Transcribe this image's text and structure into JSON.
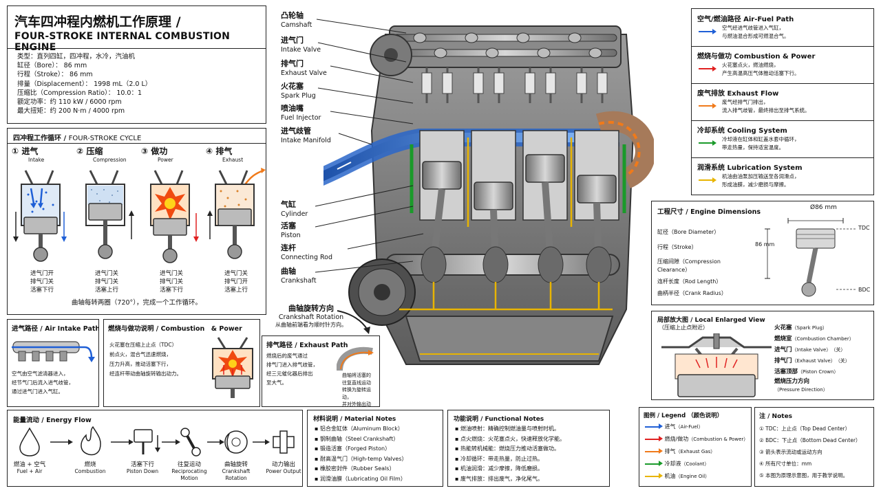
{
  "header": {
    "title_cn": "汽车四冲程内燃机工作原理 /",
    "title_en": "FOUR-STROKE INTERNAL COMBUSTION ENGINE"
  },
  "specs": [
    "类型：直列四缸，四冲程，水冷，汽油机",
    "缸径（Bore）： 86 mm",
    "行程（Stroke）： 86 mm",
    "排量（Displacement）： 1998 mL（2.0 L）",
    "压缩比（Compression Ratio）： 10.0：1",
    "额定功率：约 110 kW / 6000 rpm",
    "最大扭矩：约 200 N·m / 4000 rpm"
  ],
  "cycle": {
    "title_cn": "四冲程工作循环 / ",
    "title_en": "FOUR-STROKE CYCLE",
    "steps": [
      {
        "num": "①",
        "cn": "进气",
        "en": "Intake",
        "state": [
          "进气门开",
          "排气门关",
          "活塞下行"
        ]
      },
      {
        "num": "②",
        "cn": "压缩",
        "en": "Compression",
        "state": [
          "进气门关",
          "排气门关",
          "活塞上行"
        ]
      },
      {
        "num": "③",
        "cn": "做功",
        "en": "Power",
        "state": [
          "进气门关",
          "排气门关",
          "活塞下行"
        ]
      },
      {
        "num": "④",
        "cn": "排气",
        "en": "Exhaust",
        "state": [
          "进气门关",
          "排气门开",
          "活塞上行"
        ]
      }
    ],
    "footer": "曲轴每转两圈（720°），完成一个工作循环。"
  },
  "intake_path": {
    "title": "进气路径 / Air Intake Path",
    "text": [
      "空气由空气滤清器进入，",
      "经节气门后流入进气歧管，",
      "通过进气门进入气缸。"
    ]
  },
  "combustion": {
    "title": "燃烧与做功说明 / Combustion　& Power",
    "text": [
      "火花塞在压缩上止点（TDC）",
      "前点火，混合气迅速燃烧，",
      "压力升高，推动活塞下行，",
      "经连杆带动曲轴旋转输出动力。"
    ]
  },
  "exhaust_path": {
    "title": "排气路径 / Exhaust Path",
    "text": [
      "燃烧后的废气通过",
      "排气门进入排气歧管，",
      "经三元催化器后排出",
      "至大气。"
    ],
    "note": [
      "曲轴将活塞的",
      "往复直线运动",
      "转换为旋转运动，",
      "并对外输出动力。"
    ]
  },
  "crank_note": {
    "cn": "曲轴旋转方向",
    "en": "Crankshaft Rotation",
    "sub": "从曲轴前端看为顺时针方向。"
  },
  "callouts_top": [
    {
      "cn": "凸轮轴",
      "en": "Camshaft"
    },
    {
      "cn": "进气门",
      "en": "Intake Valve"
    },
    {
      "cn": "排气门",
      "en": "Exhaust Valve"
    },
    {
      "cn": "火花塞",
      "en": "Spark Plug"
    },
    {
      "cn": "喷油嘴",
      "en": "Fuel Injector"
    },
    {
      "cn": "进气歧管",
      "en": "Intake Manifold"
    }
  ],
  "callouts_mid": [
    {
      "cn": "气缸",
      "en": "Cylinder"
    },
    {
      "cn": "活塞",
      "en": "Piston"
    },
    {
      "cn": "连杆",
      "en": "Connecting Rod"
    },
    {
      "cn": "曲轴",
      "en": "Crankshaft"
    }
  ],
  "systems": [
    {
      "title": "空气/燃油路径 Air-Fuel Path",
      "color": "#1f5fd6",
      "text": [
        "空气经进气歧管进入气缸，",
        "与燃油混合形成可燃混合气。"
      ]
    },
    {
      "title": "燃烧与做功 Combustion & Power",
      "color": "#e02020",
      "text": [
        "火花塞点火，燃油燃烧，",
        "产生高温高压气体推动活塞下行。"
      ]
    },
    {
      "title": "废气排放 Exhaust Flow",
      "color": "#f07a1a",
      "text": [
        "废气经排气门排出，",
        "流入排气歧管，最终排出至排气系统。"
      ]
    },
    {
      "title": "冷却系统 Cooling System",
      "color": "#1a9a2a",
      "text": [
        "冷却液在缸体和缸盖水套中循环，",
        "带走热量，保持适宜温度。"
      ]
    },
    {
      "title": "润滑系统 Lubrication System",
      "color": "#e8b400",
      "text": [
        "机油由油泵加压输送至各润滑点，",
        "形成油膜，减少磨损与摩擦。"
      ]
    }
  ],
  "dimensions": {
    "title": "工程尺寸 / Engine Dimensions",
    "items": [
      "缸径（Bore Diameter）",
      "行程（Stroke）",
      "压缩间隙（Compression",
      "Clearance）",
      "连杆长度（Rod Length）",
      "曲柄半径（Crank Radius）"
    ],
    "bore": "Ø86 mm",
    "stroke": "86 mm",
    "tdc": "TDC",
    "bdc": "BDC"
  },
  "enlarged": {
    "title": "局部放大图 / Local Enlarged View",
    "sub": "（压缩上止点附近）",
    "labels": [
      {
        "cn": "火花塞",
        "en": "（Spark Plug）"
      },
      {
        "cn": "燃烧室",
        "en": "（Combustion Chamber）"
      },
      {
        "cn": "进气门",
        "en": "（Intake Valve）　（关）"
      },
      {
        "cn": "排气门",
        "en": "（Exhaust Valve）　（关）"
      },
      {
        "cn": "活塞顶部",
        "en": "（Piston Crown）"
      },
      {
        "cn": "燃烧压力方向",
        "en": "（Pressure Direction）"
      }
    ]
  },
  "energy": {
    "title": "能量流动 / Energy Flow",
    "steps": [
      {
        "cn": "燃油 + 空气",
        "en": "Fuel + Air"
      },
      {
        "cn": "燃烧",
        "en": "Combustion"
      },
      {
        "cn": "活塞下行",
        "en": "Piston Down"
      },
      {
        "cn": "往复运动",
        "en": "Reciprocating Motion"
      },
      {
        "cn": "曲轴旋转",
        "en": "Crankshaft Rotation"
      },
      {
        "cn": "动力输出",
        "en": "Power Output"
      }
    ]
  },
  "materials": {
    "title": "材料说明 / Material Notes",
    "items": [
      "铝合金缸体（Aluminum Block）",
      "钢制曲轴（Steel Crankshaft）",
      "锻造活塞（Forged Piston）",
      "耐高温气门（High-temp Valves）",
      "橡胶密封件（Rubber Seals）",
      "润滑油膜（Lubricating Oil Film）"
    ]
  },
  "functions": {
    "title": "功能说明 / Functional Notes",
    "items": [
      "燃油喷射：精确控制燃油量与喷射时机。",
      "点火燃烧：火花塞点火，快速释放化学能。",
      "热能转机械能：燃烧压力推动活塞做功。",
      "冷却循环：带走热量，防止过热。",
      "机油润滑：减少摩擦，降低磨损。",
      "废气排放：排出废气，净化尾气。"
    ]
  },
  "legend": {
    "title": "图例 / Legend （颜色说明）",
    "items": [
      {
        "cn": "进气",
        "en": "（Air-Fuel）",
        "color": "#1f5fd6"
      },
      {
        "cn": "燃烧/做功",
        "en": "（Combustion & Power）",
        "color": "#e02020"
      },
      {
        "cn": "排气",
        "en": "（Exhaust Gas）",
        "color": "#f07a1a"
      },
      {
        "cn": "冷却液",
        "en": "（Coolant）",
        "color": "#1a9a2a"
      },
      {
        "cn": "机油",
        "en": "（Engine Oil）",
        "color": "#e8b400"
      }
    ]
  },
  "notes": {
    "title": "注 / Notes",
    "items": [
      "① TDC：上止点（Top Dead Center）",
      "② BDC：下止点（Bottom Dead Center）",
      "③ 箭头表示流动或运动方向",
      "④ 所有尺寸单位：mm",
      "⑤ 本图为原理示意图，用于教学说明。"
    ]
  }
}
